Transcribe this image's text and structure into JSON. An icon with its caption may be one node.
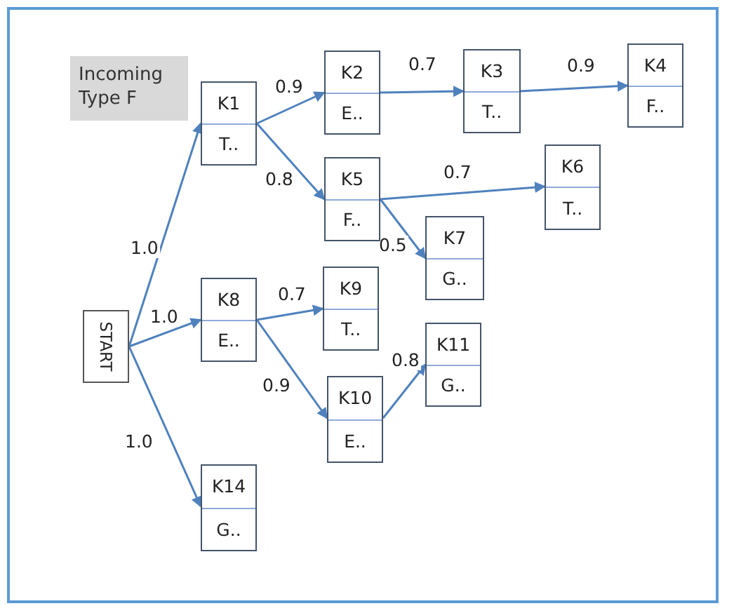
{
  "diagram": {
    "nodes": [
      {
        "text": [
          "Incoming Type F"
        ]
      },
      {
        "text": [
          "START"
        ]
      },
      {
        "text": [
          "K1",
          "T.."
        ]
      },
      {
        "text": [
          "K2",
          "E.."
        ]
      },
      {
        "text": [
          "K3",
          "T.."
        ]
      },
      {
        "text": [
          "K4",
          "F.."
        ]
      },
      {
        "text": [
          "K5",
          "F.."
        ]
      },
      {
        "text": [
          "K6",
          "T.."
        ]
      },
      {
        "text": [
          "K7",
          "G.."
        ]
      },
      {
        "text": [
          "K8",
          "E.."
        ]
      },
      {
        "text": [
          "K9",
          "T.."
        ]
      },
      {
        "text": [
          "K10",
          "E.."
        ]
      },
      {
        "text": [
          "K11",
          "G.."
        ]
      },
      {
        "text": [
          "K14",
          "G.."
        ]
      }
    ],
    "edges": [
      {
        "from": 1,
        "to": 2,
        "arrow": "to",
        "label": "1.0"
      },
      {
        "from": 1,
        "to": 9,
        "arrow": "to",
        "label": "1.0"
      },
      {
        "from": 1,
        "to": 13,
        "arrow": "to",
        "label": "1.0"
      },
      {
        "from": 2,
        "to": 3,
        "arrow": "to",
        "label": "0.9"
      },
      {
        "from": 2,
        "to": 6,
        "arrow": "to",
        "label": "0.8"
      },
      {
        "from": 3,
        "to": 4,
        "arrow": "to",
        "label": "0.7"
      },
      {
        "from": 4,
        "to": 5,
        "arrow": "to",
        "label": "0.9"
      },
      {
        "from": 6,
        "to": 7,
        "arrow": "to",
        "label": "0.7"
      },
      {
        "from": 6,
        "to": 8,
        "arrow": "to",
        "label": "0.5"
      },
      {
        "from": 9,
        "to": 10,
        "arrow": "to",
        "label": "0.7"
      },
      {
        "from": 9,
        "to": 11,
        "arrow": "to",
        "label": "0.9"
      },
      {
        "from": 11,
        "to": 12,
        "arrow": "to",
        "label": "0.8"
      }
    ]
  }
}
